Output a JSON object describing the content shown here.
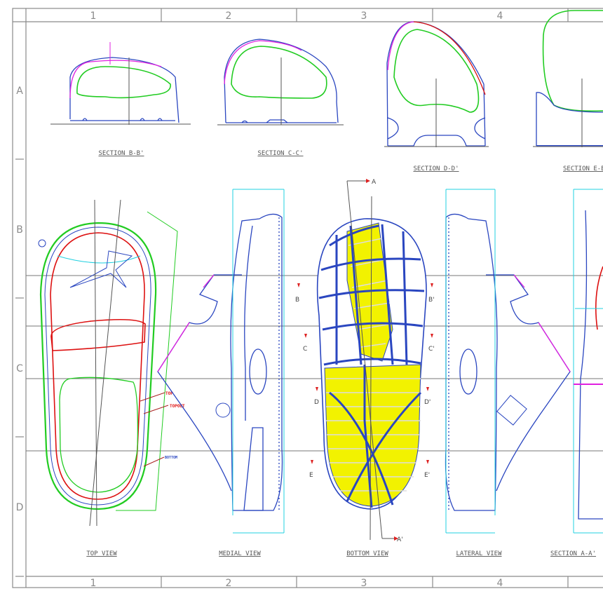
{
  "frame": {
    "columns": [
      "1",
      "2",
      "3",
      "4"
    ],
    "rows": [
      "A",
      "B",
      "C",
      "D"
    ]
  },
  "sections": {
    "b": "SECTION B-B'",
    "c": "SECTION C-C'",
    "d": "SECTION D-D'",
    "e": "SECTION E-E'"
  },
  "views": {
    "top": "TOP VIEW",
    "medial": "MEDIAL VIEW",
    "bottom": "BOTTOM VIEW",
    "lateral": "LATERAL VIEW",
    "section_a": "SECTION A-A'"
  },
  "top_view_labels": {
    "top": "TOP",
    "topout": "TOPOUT",
    "bottom": "BOTTOM"
  },
  "section_markers": {
    "a": "A",
    "a_prime": "A'",
    "b": "B",
    "b_prime": "B'",
    "c": "C",
    "c_prime": "C'",
    "d": "D",
    "d_prime": "D'",
    "e": "E",
    "e_prime": "E'"
  },
  "colors": {
    "outline": "#2a46c0",
    "green": "#22cc22",
    "red": "#dd1111",
    "magenta": "#e020e0",
    "cyan": "#22d0e0",
    "yellow": "#f2f200",
    "grid": "#8a8a8a"
  }
}
